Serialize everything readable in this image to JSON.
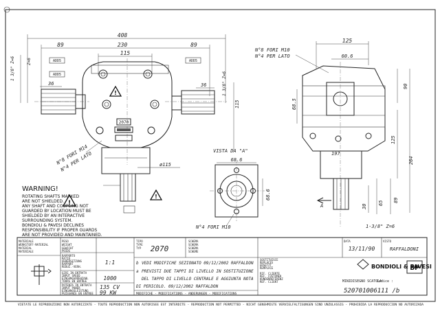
{
  "dimensions": {
    "front": {
      "overall_width": "408",
      "left_offset": "89",
      "center_span": "230",
      "right_offset": "89",
      "inner_span": "115",
      "left_shaft_dia": "36",
      "right_shaft_dia": "36",
      "left_h1": "1 3/8\" Z=6",
      "left_h2": "Z=6",
      "right_h1": "1 3/8\" Z=6",
      "left_r1": "ADD5",
      "left_r2": "ADD5",
      "right_r1": "ADD5",
      "height_115": "115",
      "flange_dia": "ø115",
      "fori": "N°8 FORI M14",
      "per_lato": "N°4 PER LATO",
      "nameplate_num": "2070"
    },
    "side": {
      "fori": "N°8 FORI M10",
      "per_lato": "N°4 PER LATO",
      "width_125": "125",
      "width_60": "60.6",
      "h_90": "90",
      "h_68": "68.5",
      "h_125": "125",
      "h_264": "264",
      "d_197": "197"
    },
    "view_a": {
      "title": "VISTA DA \"A\"",
      "w_68": "68.6",
      "h_68": "68.6",
      "fori": "N°4 FORI M10",
      "h_30": "30",
      "h_65": "65",
      "h_89": "89",
      "shaft": "1-3/8\" Z=6",
      "arrow_label": "A"
    }
  },
  "warning": {
    "title": "WARNING!",
    "lines": [
      "ROTATING SHAFTS MARKED",
      "ARE NOT SHIELDED.",
      "ANY SHAFT AND COUPLING NOT",
      "GUARDED BY LOCATION MUST BE",
      "SHIELDED BY AN INTERACTIVE",
      "SURROUNDING SYSTEM.",
      "BONDIOLI & PAVESI DECLINES",
      "RESPONSIBILITY IF PROPER GUARDS",
      "ARE NOT PROVIDED AND MAINTAINED."
    ]
  },
  "title_block": {
    "col1": [
      "MATERIALE",
      "WERKSTOFF-MATERIAL",
      "MATERIAL",
      "MATERIALE"
    ],
    "col2": [
      "PESO",
      "WEIGHT",
      "GEWICHT",
      "POIDS"
    ],
    "col3": [
      "RAPPORTO",
      "RATIO",
      "UEBERSETZUNG",
      "RAPPORT",
      "REDUZ.-VERH."
    ],
    "ratio": "1:1",
    "tipo_label": [
      "TIPO",
      "TYPE",
      "TYP"
    ],
    "tipo": "2070",
    "side_labels": [
      "SCHEMA",
      "SCHEMA",
      "SCHEMA",
      "SCHEME"
    ],
    "revisions": [
      {
        "id": "b",
        "text": "VEDI MODIFICHE SEZIONATO 09/12/2002 RAFFALDON"
      },
      {
        "id": "a",
        "text": "PREVISTI DUE TAPPI DI LIVELLO IN SOSTITUZIONE"
      },
      {
        "id": "",
        "text": "DEL TAPPO DI LIVELLO CENTRALE E AGGIUNTA NOTA"
      },
      {
        "id": "",
        "text": "DI PERICOLO.        09/12/2002 RAFFALDON"
      }
    ],
    "modifiche": "MODIFICHE - MODIFICATIONS - ANDERUNGEN - MODIFICATIONS",
    "giri_labels": [
      "GIRI IN ENTRATA",
      "INPUT SPEED",
      "EINGANGSDREHZAHL",
      "TOURS EN ENTREE"
    ],
    "giri": "1000",
    "potenza_labels": [
      "POTENZA IN ENTRATA",
      "INPUT POWER",
      "EINGANGSLEISTUNG",
      "PUISSANCE EN ENTREE"
    ],
    "potenza_cv": "135 CV",
    "potenza_kw": "99 KW",
    "sostituisce": [
      "SOSTITUISCE",
      "REPLACES",
      "ERSETZT",
      "REMPLACE"
    ],
    "rif": [
      "RIF. CLIENTE",
      "REF. CUSTOMER",
      "KUNDENREFERENZ",
      "REF. CLIENT"
    ],
    "data_label": "DATA",
    "data": "13/11/90",
    "visto_label": "VISTO",
    "visto": "RAFFALDONI",
    "company_name": "BONDIOLI & PAVESI",
    "logo_text": "BP",
    "mini_label": "MINIDISEGNO SCATOLA",
    "codice_label": "Codice :",
    "codice": "520701006111 /b"
  },
  "footer": "VIETATE LE RIPRODUZIONI NON AUTORIZZATE - TOUTE REPRODUCTION NON AUTORISEE EST INTERDITE - REPRODUCTION NOT PERMITTED - NICHT GENEHMIGTE VERVIELFALTIGUNGEN SIND UNZULASSIG - PROHIBIDA LA REPRODUCCION NO AUTORIZADA",
  "warning_icon": "warning-triangle-icon"
}
